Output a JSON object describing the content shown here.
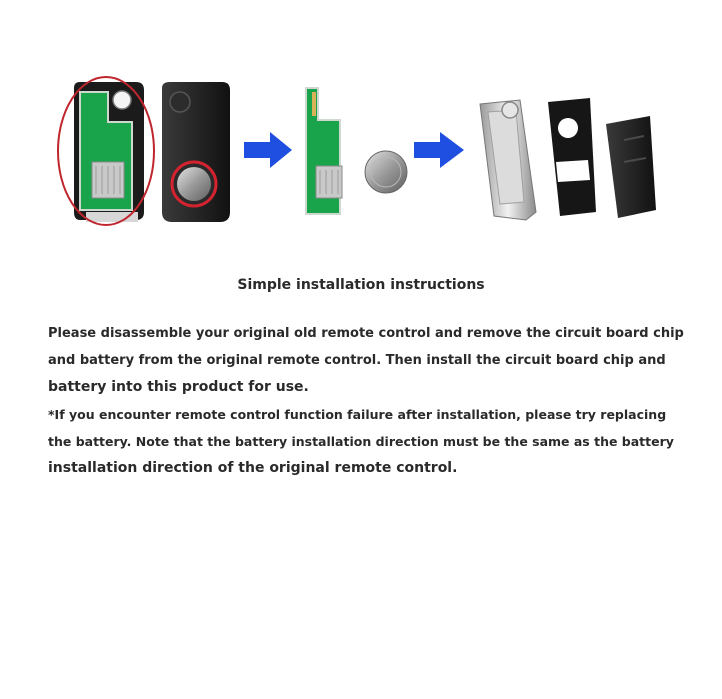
{
  "figure": {
    "icons": [
      "key-fob-circuit-board-icon",
      "key-fob-back-shell-icon",
      "arrow-right-icon",
      "circuit-board-chip-icon",
      "coin-battery-icon",
      "arrow-right-icon",
      "flip-key-shell-icon",
      "key-back-cover-icon",
      "key-button-pad-icon"
    ],
    "colors": {
      "arrow": "#1f4fe0",
      "pcb": "#18a34a",
      "highlight_ring": "#c0262e",
      "shell": "#1c1c1c"
    }
  },
  "caption": {
    "title": "Simple installation instructions"
  },
  "instructions": {
    "line1": "Please disassemble your original old remote control and remove the circuit board chip",
    "line2": "and battery from the original remote control. Then install the circuit board chip and",
    "line3": "battery into this product for use.",
    "line4": "*If you encounter remote control function failure after installation, please try replacing",
    "line5": "the battery. Note that the battery installation direction must be the same as the battery",
    "line6": "installation direction of the original remote control."
  }
}
